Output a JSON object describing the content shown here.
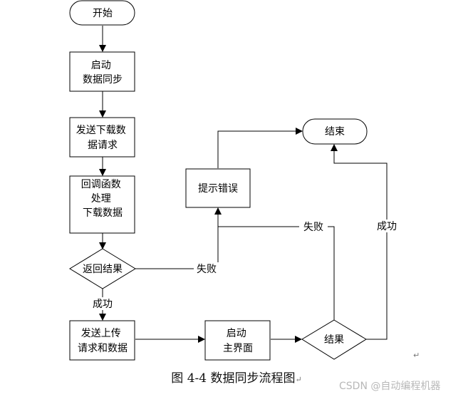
{
  "flowchart": {
    "nodes": {
      "start": [
        "开始"
      ],
      "sync": [
        "启动",
        "数据同步"
      ],
      "download_req": [
        "发送下载数",
        "据请求"
      ],
      "callback": [
        "回调函数",
        "处理",
        "下载数据"
      ],
      "return_result": [
        "返回结果"
      ],
      "upload_req": [
        "发送上传",
        "请求和数据"
      ],
      "main_ui": [
        "启动",
        "主界面"
      ],
      "result": [
        "结果"
      ],
      "error_tip": [
        "提示错误"
      ],
      "end": [
        "结束"
      ]
    },
    "edge_labels": {
      "return_fail": "失败",
      "return_success": "成功",
      "result_fail": "失败",
      "result_success": "成功"
    }
  },
  "caption": {
    "text": "图 4-4  数据同步流程图",
    "return_mark": "↵"
  },
  "stray_return_mark": "↵",
  "watermark": "CSDN @自动编程机器"
}
